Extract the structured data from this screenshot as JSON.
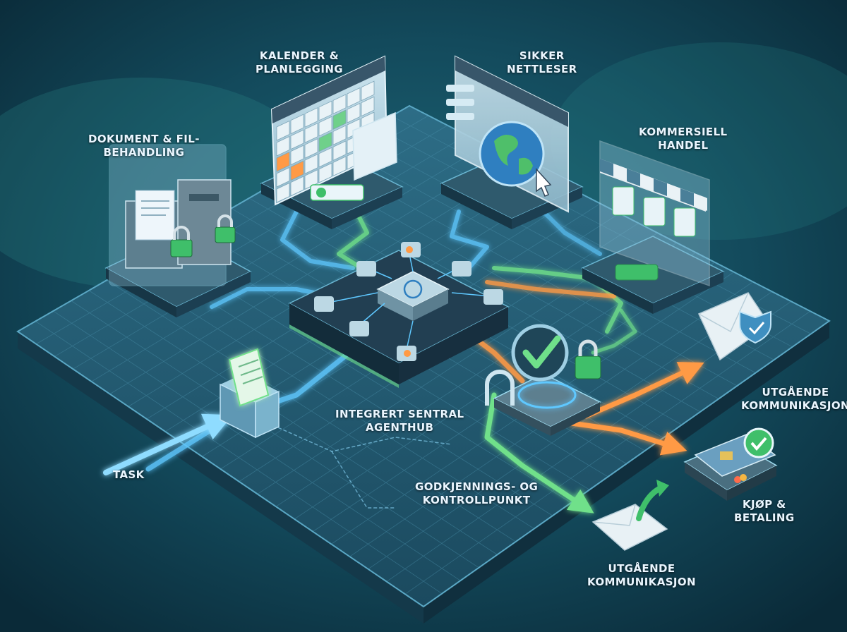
{
  "colors": {
    "background": "#0e3a4a",
    "platform": "#1d4e63",
    "grid": "#3f8aa6",
    "flow_blue": "#5fc8ff",
    "flow_green": "#6fe08a",
    "flow_orange": "#ff9a45",
    "accent_green": "#3fbf6a"
  },
  "nodes": {
    "documents": {
      "line1": "DOKUMENT & FIL-",
      "line2": "BEHANDLING",
      "icon": "file-cabinet-lock-icon"
    },
    "calendar": {
      "line1": "KALENDER &",
      "line2": "PLANLEGGING",
      "icon": "calendar-icon"
    },
    "browser": {
      "line1": "SIKKER",
      "line2": "NETTLESER",
      "icon": "globe-browser-icon"
    },
    "commerce": {
      "line1": "KOMMERSIELL",
      "line2": "HANDEL",
      "icon": "storefront-icon"
    },
    "hub": {
      "line1": "INTEGRERT SENTRAL",
      "line2": "AGENTHUB",
      "icon": "hub-chip-icon"
    },
    "task": {
      "line1": "TASK",
      "icon": "inbox-document-icon"
    },
    "approval": {
      "line1": "GODKJENNINGS- OG",
      "line2": "KONTROLLPUNKT",
      "icon": "checkmark-lock-icon"
    },
    "outgoing_top": {
      "line1": "UTGÅENDE",
      "line2": "KOMMUNIKASJON",
      "icon": "envelope-shield-icon"
    },
    "payment": {
      "line1": "KJØP &",
      "line2": "BETALING",
      "icon": "card-terminal-icon"
    },
    "outgoing_bottom": {
      "line1": "UTGÅENDE",
      "line2": "KOMMUNIKASJON",
      "icon": "envelope-send-icon"
    }
  }
}
